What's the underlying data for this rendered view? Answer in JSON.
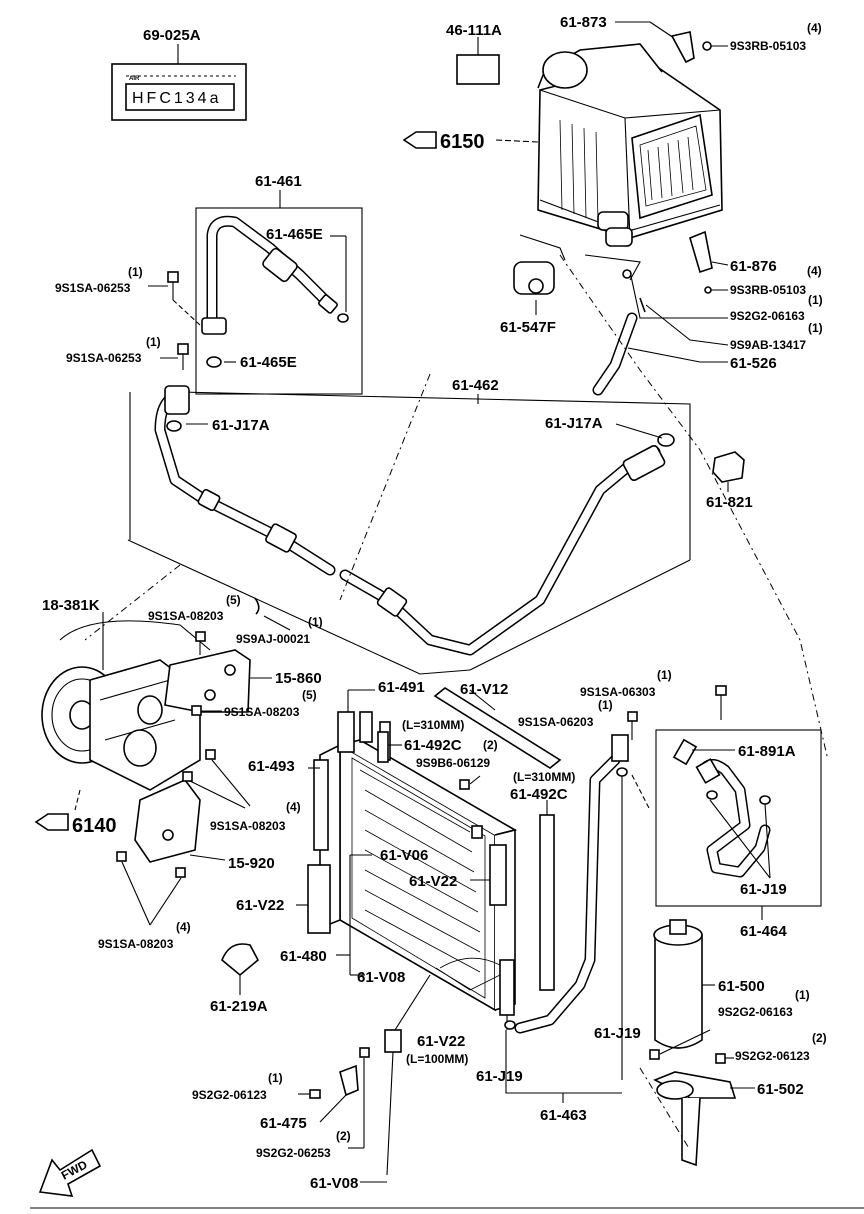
{
  "labels": {
    "l_69025a": "69-025A",
    "l_hfc": "HFC134a",
    "l_air": "AIR",
    "l_46111a": "46-111A",
    "l_61873": "61-873",
    "l_9s3rb_top": "9S3RB-05103",
    "l_6150": "6150",
    "l_61461": "61-461",
    "l_61465e_a": "61-465E",
    "l_61465e_b": "61-465E",
    "l_9s1sa_06253_a": "9S1SA-06253",
    "l_9s1sa_06253_b": "9S1SA-06253",
    "l_61876": "61-876",
    "l_9s3rb_mid": "9S3RB-05103",
    "l_61547f": "61-547F",
    "l_9s2g2_06163_a": "9S2G2-06163",
    "l_9s9ab": "9S9AB-13417",
    "l_61526": "61-526",
    "l_61462": "61-462",
    "l_61j17a_a": "61-J17A",
    "l_61j17a_b": "61-J17A",
    "l_61821": "61-821",
    "l_18381k": "18-381K",
    "l_9s1sa_08203_a": "9S1SA-08203",
    "l_9s9aj": "9S9AJ-00021",
    "l_15860": "15-860",
    "l_9s1sa_08203_b": "9S1SA-08203",
    "l_61491": "61-491",
    "l_61v12": "61-V12",
    "l_l310_a": "(L=310MM)",
    "l_61492c_a": "61-492C",
    "l_9s9b6": "9S9B6-06129",
    "l_l310_b": "(L=310MM)",
    "l_61492c_b": "61-492C",
    "l_9s1sa_06303": "9S1SA-06303",
    "l_9s1sa_06203": "9S1SA-06203",
    "l_61891a": "61-891A",
    "l_61493": "61-493",
    "l_6140": "6140",
    "l_9s1sa_08203_c": "9S1SA-08203",
    "l_15920": "15-920",
    "l_61v06": "61-V06",
    "l_61v22_a": "61-V22",
    "l_61v22_b": "61-V22",
    "l_61j19_a": "61-J19",
    "l_61464": "61-464",
    "l_9s1sa_08203_d": "9S1SA-08203",
    "l_61480": "61-480",
    "l_61v08_a": "61-V08",
    "l_61500": "61-500",
    "l_9s2g2_06163_b": "9S2G2-06163",
    "l_61219a": "61-219A",
    "l_61v22_c": "61-V22",
    "l_l100": "(L=100MM)",
    "l_61j19_b": "61-J19",
    "l_9s2g2_06123_a": "9S2G2-06123",
    "l_61502": "61-502",
    "l_9s2g2_06123_b": "9S2G2-06123",
    "l_61j19_c": "61-J19",
    "l_61475": "61-475",
    "l_61463": "61-463",
    "l_9s2g2_06253": "9S2G2-06253",
    "l_61v08_b": "61-V08",
    "l_fwd": "FWD"
  },
  "quantities": {
    "q_9s3rb_top": "(4)",
    "q_9s1sa_06253_a": "(1)",
    "q_9s1sa_06253_b": "(1)",
    "q_9s3rb_mid": "(4)",
    "q_9s2g2_06163_a": "(1)",
    "q_9s9ab": "(1)",
    "q_9s1sa_08203_a": "(5)",
    "q_9s9aj": "(1)",
    "q_9s1sa_08203_b": "(5)",
    "q_9s9b6": "(2)",
    "q_9s1sa_06303": "(1)",
    "q_9s1sa_06203": "(1)",
    "q_9s1sa_08203_c": "(4)",
    "q_9s1sa_08203_d": "(4)",
    "q_9s2g2_06163_b": "(1)",
    "q_9s2g2_06123_a": "(1)",
    "q_9s2g2_06123_b": "(2)",
    "q_9s2g2_06253": "(2)"
  }
}
